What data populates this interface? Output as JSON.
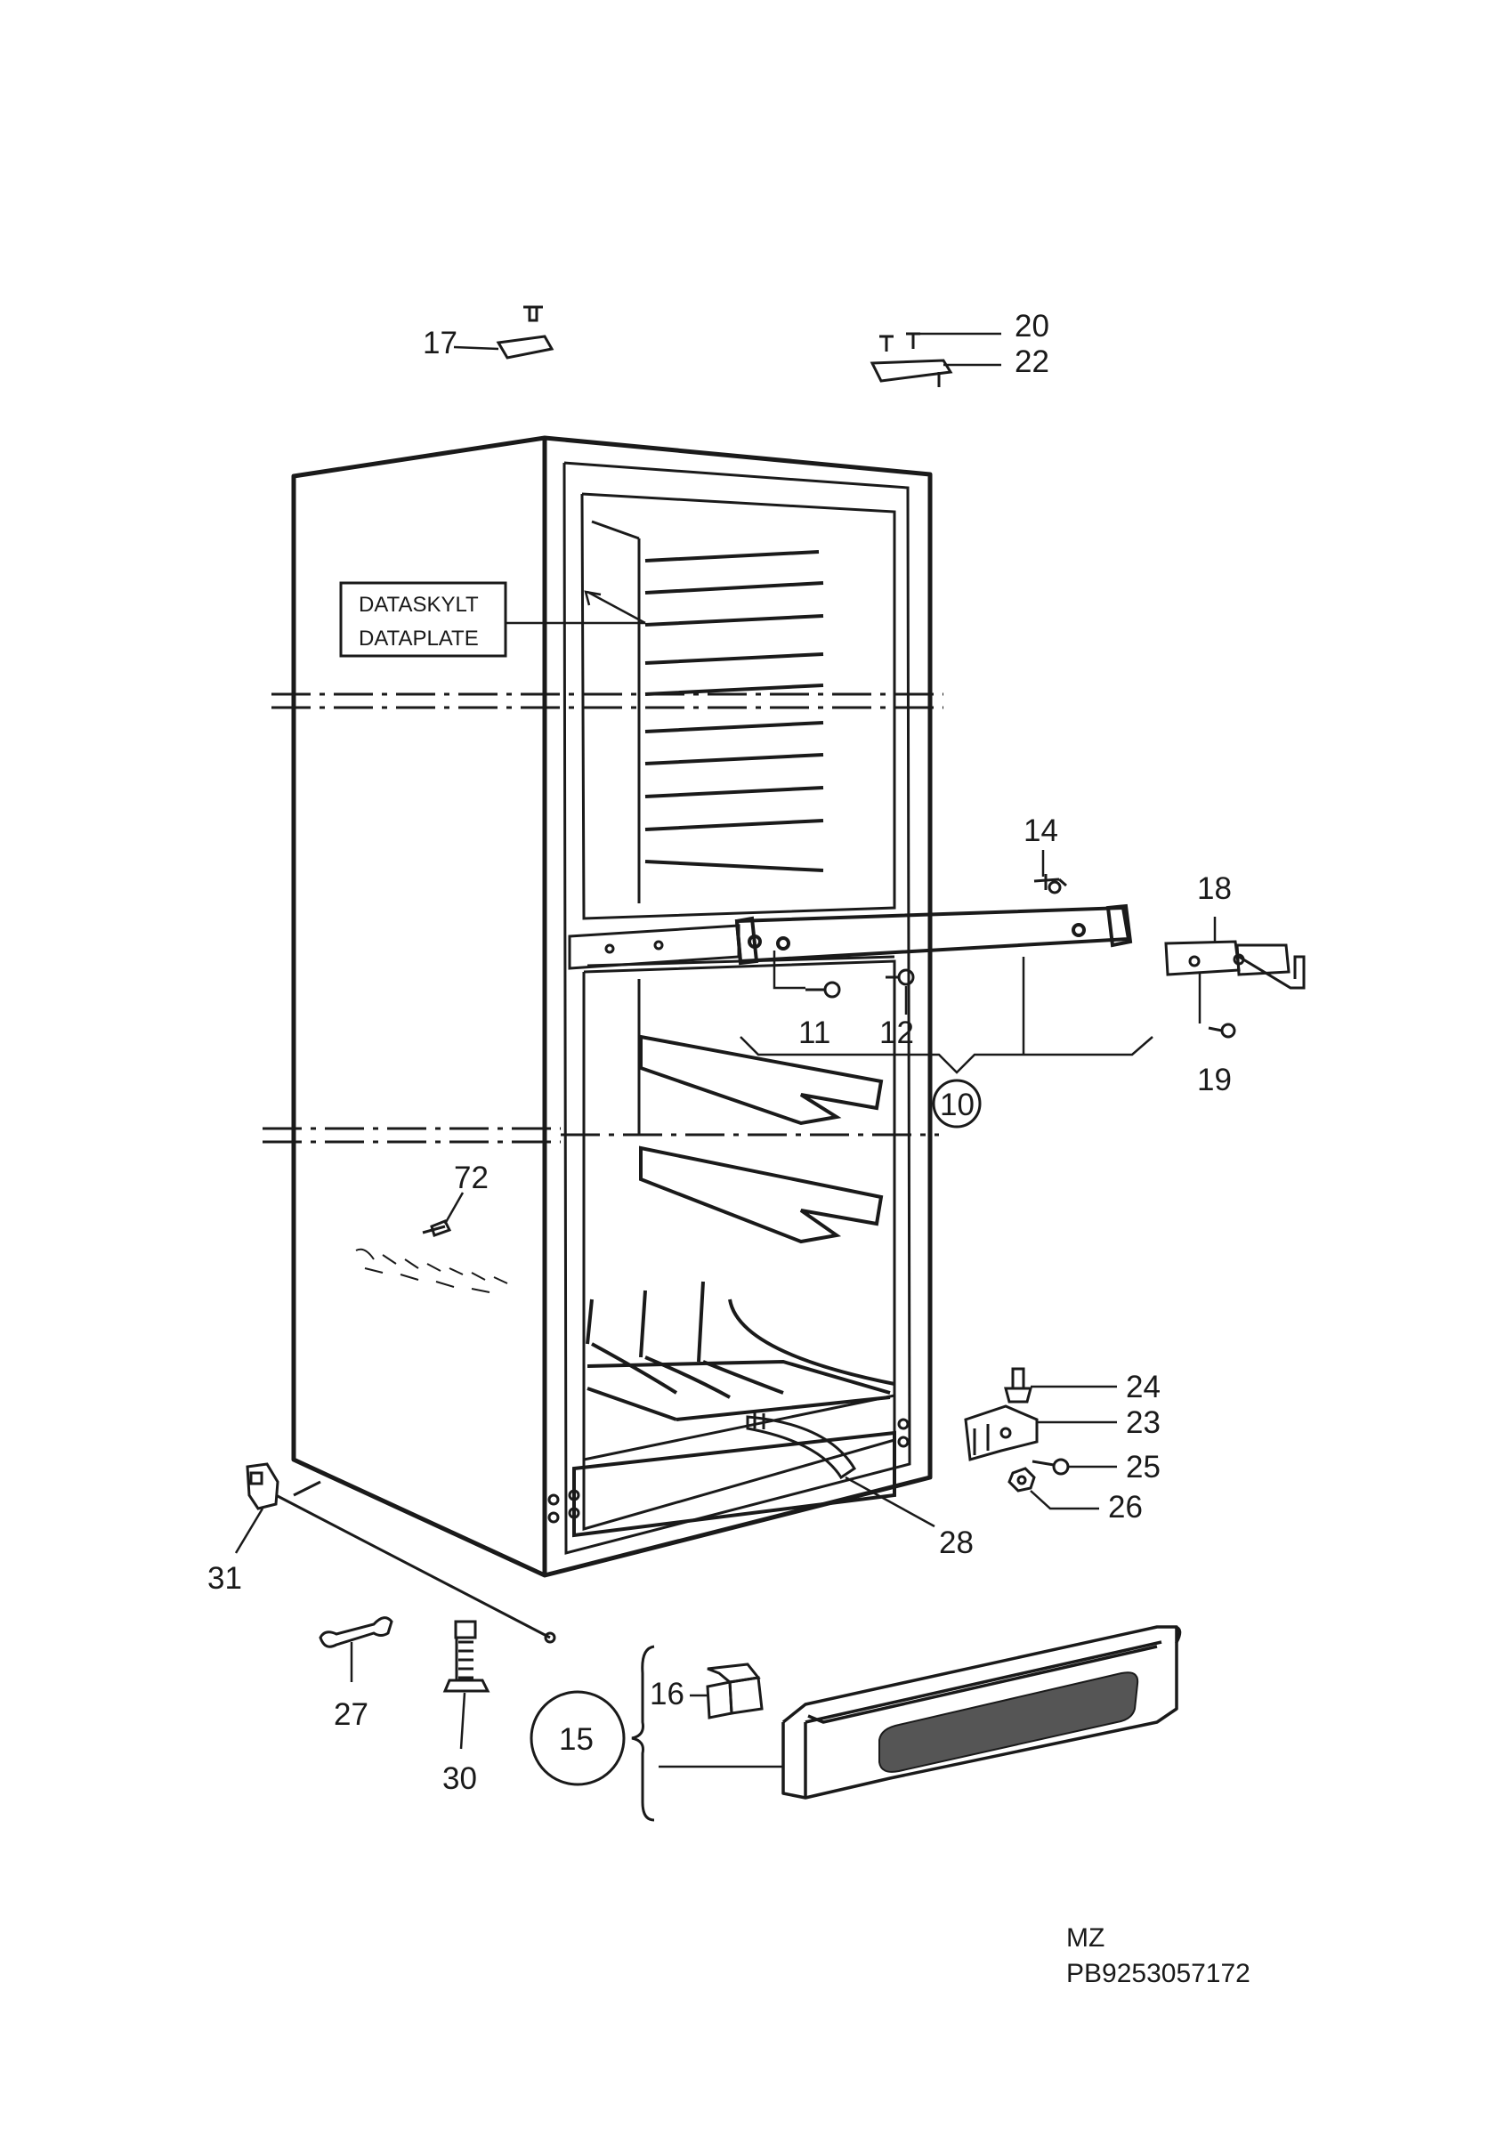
{
  "callouts": {
    "c17": "17",
    "c20": "20",
    "c22": "22",
    "c14": "14",
    "c18": "18",
    "c11": "11",
    "c12": "12",
    "c19": "19",
    "c10": "10",
    "c72": "72",
    "c24": "24",
    "c23": "23",
    "c25": "25",
    "c26": "26",
    "c28": "28",
    "c31": "31",
    "c27": "27",
    "c30": "30",
    "c16": "16",
    "c15": "15"
  },
  "data_plate": {
    "line1": "DATASKYLT",
    "line2": "DATAPLATE"
  },
  "footer": {
    "code": "MZ",
    "part_number": "PB9253057172"
  },
  "colors": {
    "ink": "#1a1a1a",
    "background": "#ffffff",
    "grille": "#555555"
  }
}
